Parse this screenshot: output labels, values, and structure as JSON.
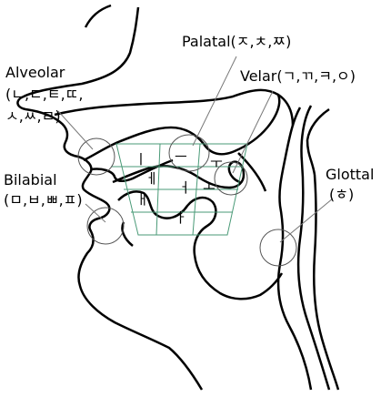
{
  "labels": {
    "palatal": "Palatal(ㅈ,ㅊ,ㅉ)",
    "velar": "Velar(ㄱ,ㄲ,ㅋ,ㅇ)",
    "alveolar_1": "Alveolar",
    "alveolar_2": "(ㄴ,ㄷ,ㅌ,ㄸ,",
    "alveolar_3": "ㅅ,ㅆ,ㄹ)",
    "bilabial_1": "Bilabial",
    "bilabial_2": "(ㅁ,ㅂ,ㅃ,ㅍ)",
    "glottal_1": "Glottal",
    "glottal_2": "(ㅎ)"
  },
  "vowels": [
    "ㅣ",
    "ㅡ",
    "ㅜ",
    "ㅔ",
    "ㅓ",
    "ㅗ",
    "ㅐ",
    "ㅏ"
  ],
  "colors": {
    "outline": "#000000",
    "grid": "#4a9a77",
    "circle": "#555555",
    "pointer": "#777777"
  }
}
